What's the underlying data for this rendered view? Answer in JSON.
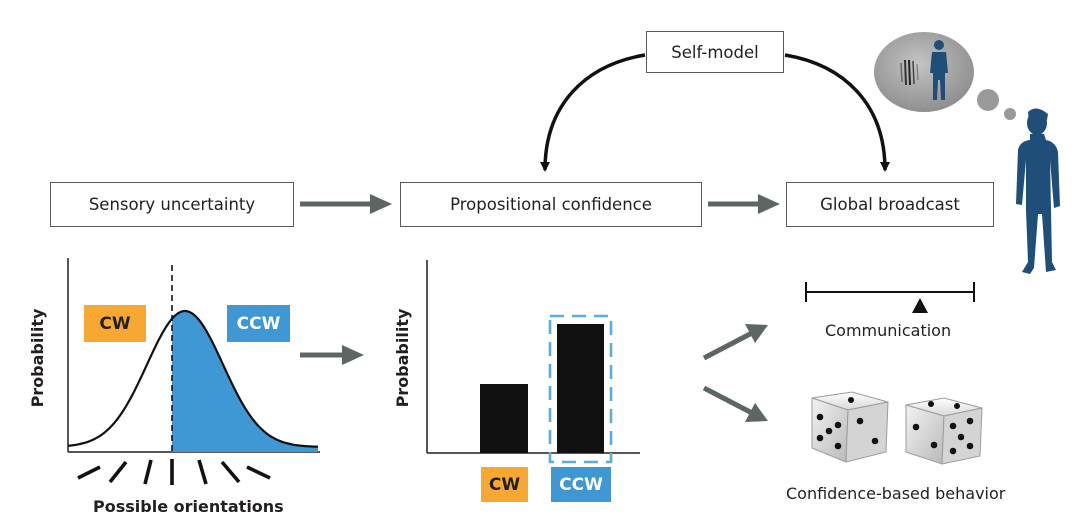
{
  "boxes": {
    "self_model": "Self-model",
    "sensory_uncertainty": "Sensory uncertainty",
    "propositional_confidence": "Propositional confidence",
    "global_broadcast": "Global broadcast"
  },
  "left_panel": {
    "ylabel": "Probability",
    "xlabel": "Possible orientations",
    "cw_label": "CW",
    "ccw_label": "CCW"
  },
  "middle_panel": {
    "ylabel": "Probability",
    "cw_label": "CW",
    "ccw_label": "CCW"
  },
  "right_panel": {
    "communication_label": "Communication",
    "behavior_label": "Confidence-based behavior"
  },
  "colors": {
    "cw": "#f7a833",
    "ccw": "#3f97d4",
    "dashed_box": "#59aee0",
    "arrow_gray": "#5e6663",
    "figure_blue": "#1f4e79",
    "bubble_gray": "#9a9a9a"
  },
  "icons": [
    "person-icon",
    "thought-bubble-icon",
    "grating-icon",
    "dice-icon"
  ]
}
